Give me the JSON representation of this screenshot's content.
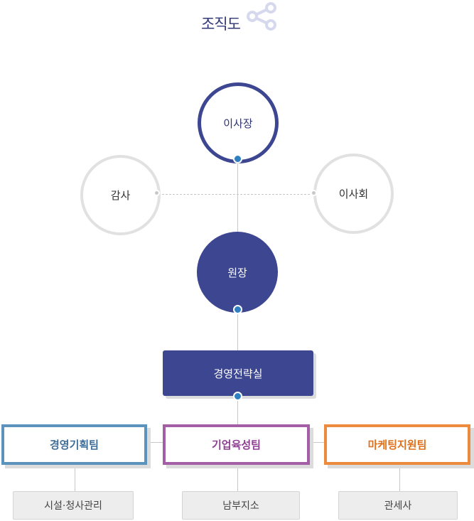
{
  "header": {
    "title": "조직도",
    "icon": "share-icon"
  },
  "top": {
    "chairman": "이사장",
    "auditor": "감사",
    "board": "이사회"
  },
  "director": {
    "label": "원장"
  },
  "office": {
    "label": "경영전략실"
  },
  "teams": [
    {
      "label": "경영기획팀",
      "color": "#5b93bd",
      "sub": "시설·청사관리"
    },
    {
      "label": "기업육성팀",
      "color": "#a45ea6",
      "sub": "남부지소"
    },
    {
      "label": "마케팅지원팀",
      "color": "#ec8a3e",
      "sub": "관세사"
    }
  ],
  "colors": {
    "primary": "#3d4690",
    "connector_dot": "#2f7fc1",
    "line": "#c8c8c8"
  }
}
